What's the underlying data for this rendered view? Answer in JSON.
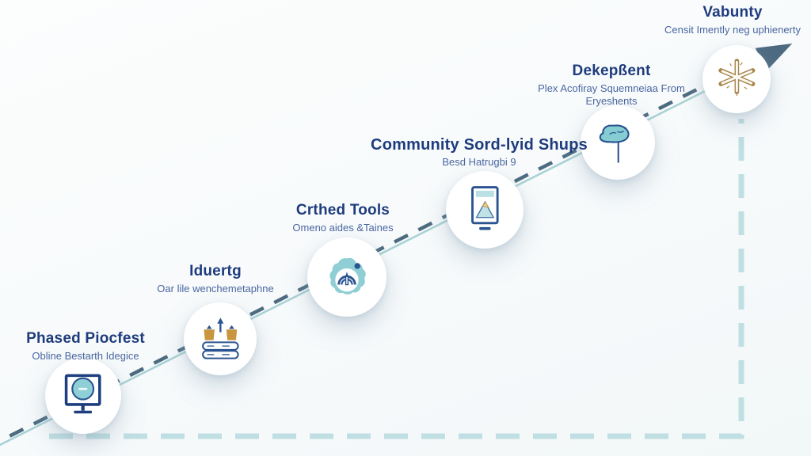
{
  "page": {
    "background": "#f7fafb"
  },
  "diagram": {
    "type": "timeline-roadmap",
    "direction": "bottom-left-to-top-right",
    "colors": {
      "title_navy": "#1e3c7d",
      "subtitle_blue": "#4a66a0",
      "dash_slate": "#4d6b80",
      "line_teal": "#a9d2d5",
      "border_teal": "#c0dfe2",
      "icon_navy": "#2a5390",
      "icon_teal": "#8fced4",
      "icon_gold": "#c9963f",
      "arrow": "#4c6a80"
    }
  },
  "stages": [
    {
      "title": "Phased Piocfest",
      "subtitle": "Obline Bestarth Idegice",
      "icon": "monitor-icon"
    },
    {
      "title": "Iduertg",
      "subtitle": "Oar lile wenchemetaphne",
      "icon": "crates-arrows-icon"
    },
    {
      "title": "Crthed Tools",
      "subtitle": "Omeno aides &Taines",
      "icon": "gauge-gear-icon"
    },
    {
      "title": "Community Sord-lyid Shups",
      "subtitle": "Besd Hatrugbi 9",
      "icon": "picture-card-icon"
    },
    {
      "title": "Dekepßent",
      "subtitle": "Plex Acofiray Squemneiaa From Eryeshents",
      "icon": "signpost-icon"
    },
    {
      "title": "Vabunty",
      "subtitle": "Censit Imently neg uphienerty",
      "icon": "starburst-icon"
    }
  ]
}
